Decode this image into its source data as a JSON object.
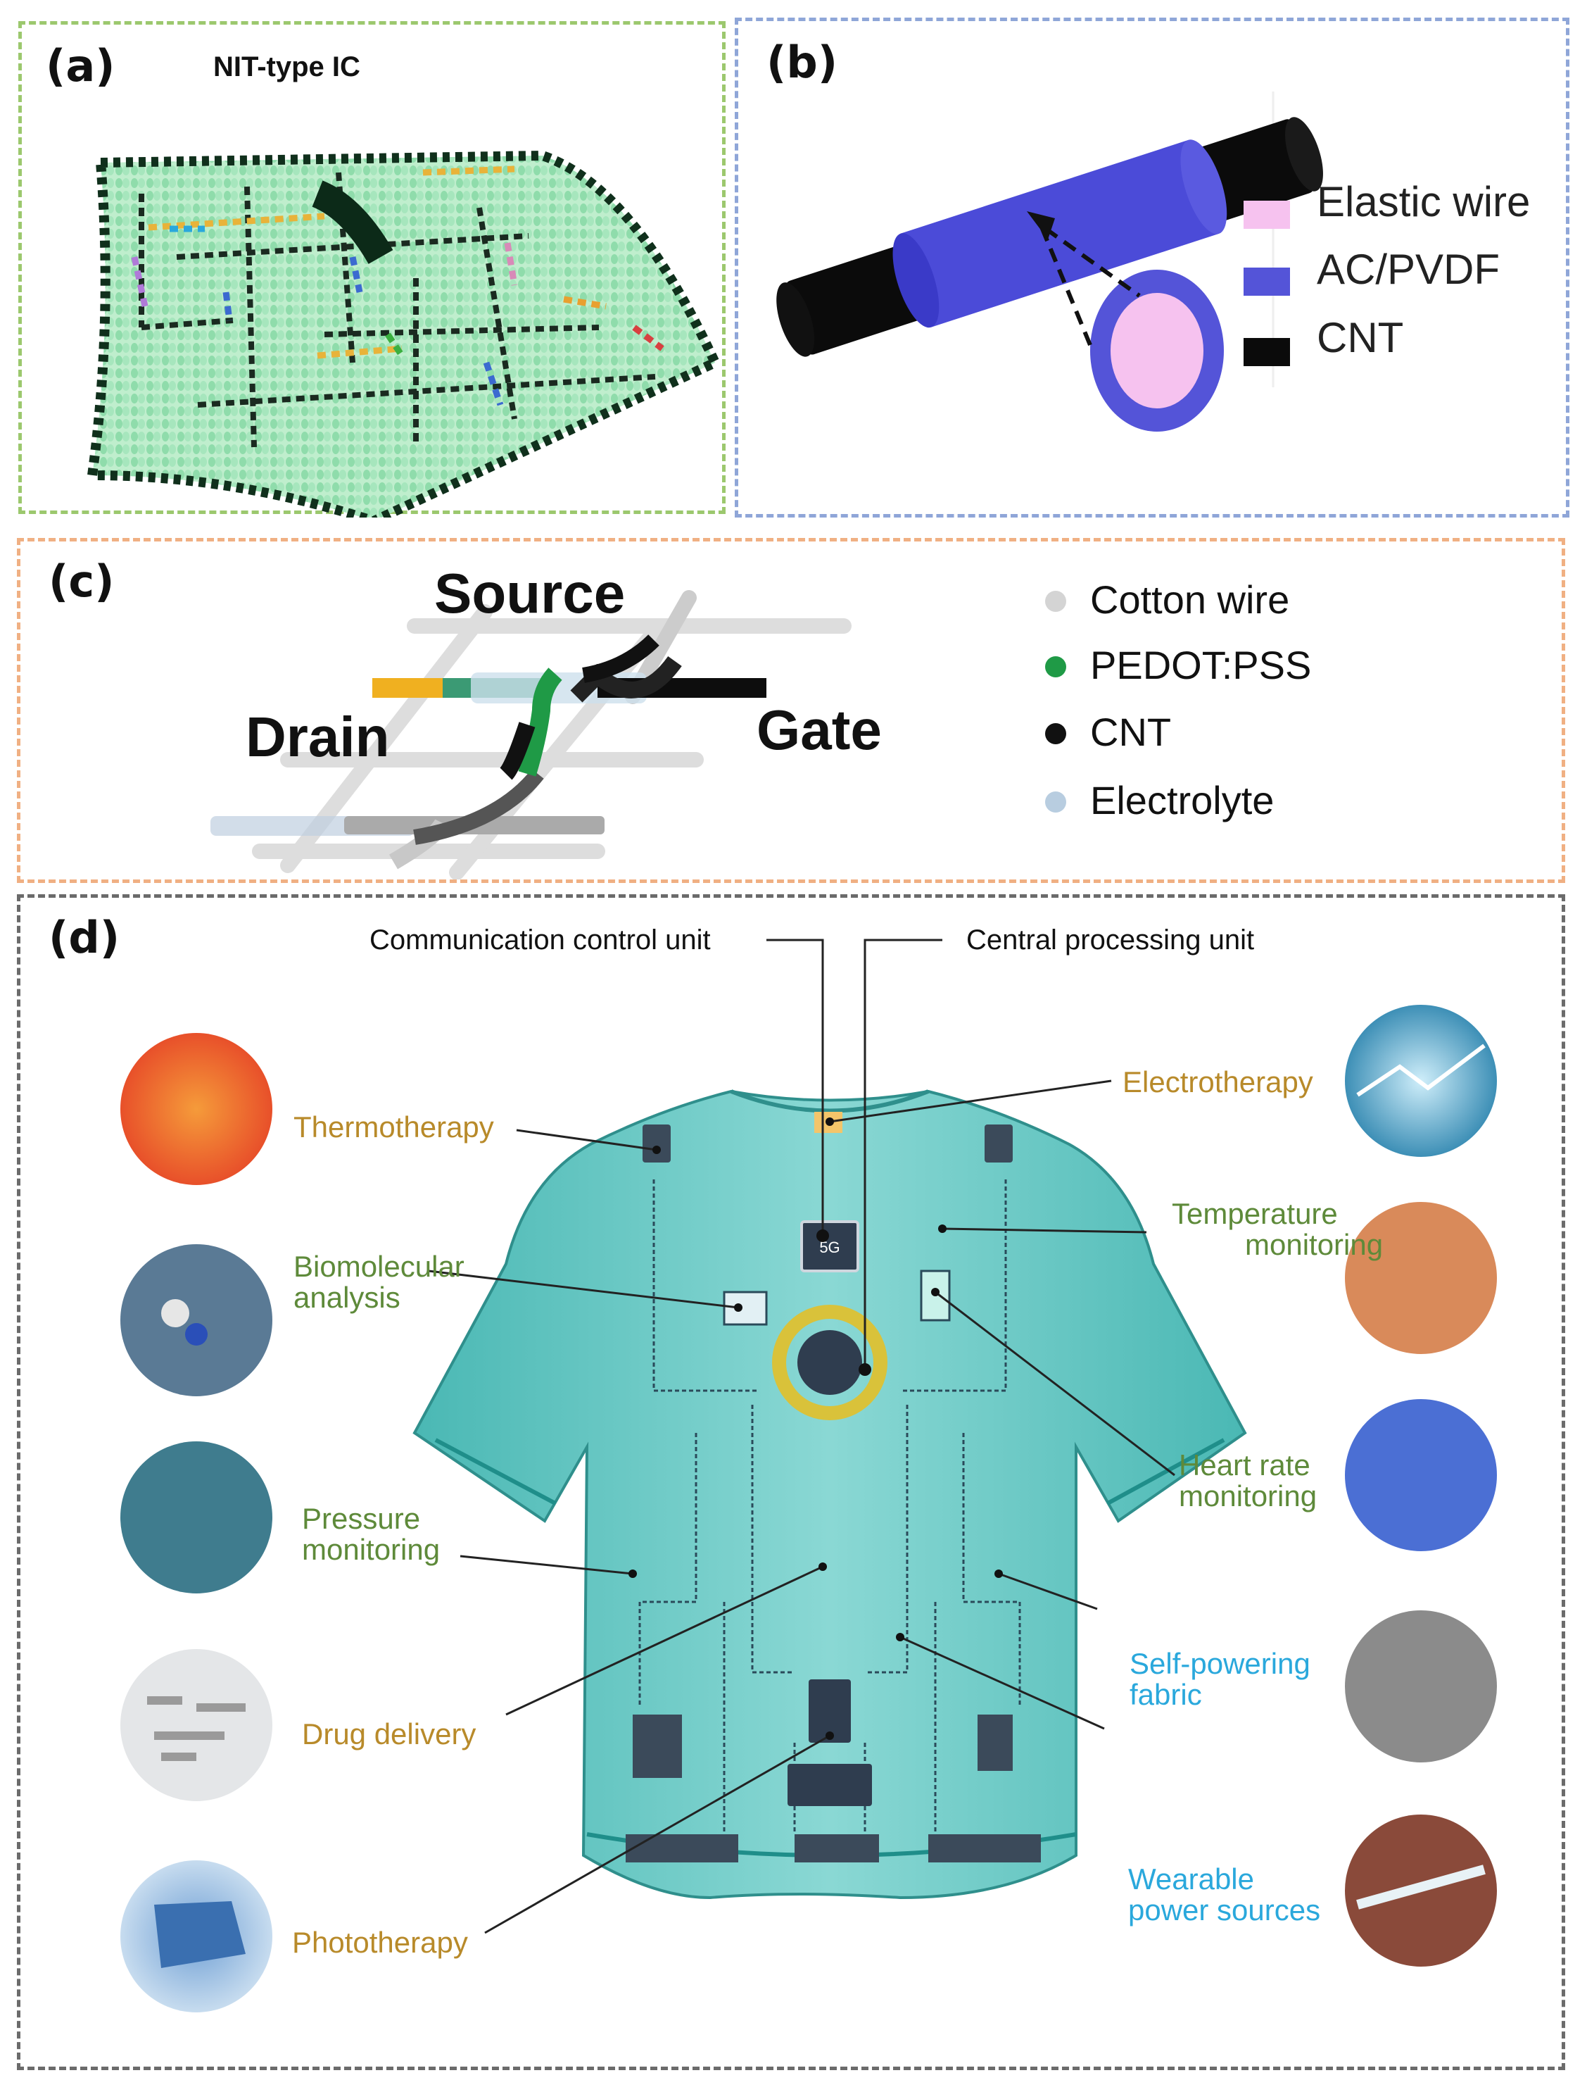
{
  "colors": {
    "panel_a_border": "#9cc86e",
    "panel_b_border": "#8fa6d8",
    "panel_c_border": "#f0b083",
    "panel_d_border": "#6b6b6b",
    "therapy_label": "#b88a2a",
    "monitoring_label": "#5e8a3a",
    "power_label": "#2aa8dc",
    "shirt": "#5cc4c0"
  },
  "panel_a": {
    "label": "(a)",
    "title": "NIT-type IC"
  },
  "panel_b": {
    "label": "(b)",
    "legend": [
      {
        "name": "Elastic wire",
        "color": "#f6c2ef"
      },
      {
        "name": "AC/PVDF",
        "color": "#5454d8"
      },
      {
        "name": "CNT",
        "color": "#0b0b0b"
      }
    ]
  },
  "panel_c": {
    "label": "(c)",
    "source": "Source",
    "drain": "Drain",
    "gate": "Gate",
    "legend": [
      {
        "name": "Cotton wire",
        "color": "#d4d4d4"
      },
      {
        "name": "PEDOT:PSS",
        "color": "#1f9a46"
      },
      {
        "name": "CNT",
        "color": "#111111"
      },
      {
        "name": "Electrolyte",
        "color": "#b8cde0"
      }
    ]
  },
  "panel_d": {
    "label": "(d)",
    "comm_unit": "Communication control unit",
    "cpu": "Central processing unit",
    "chip_text": "5G",
    "left_labels": {
      "thermotherapy": "Thermotherapy",
      "biomolecular_1": "Biomolecular",
      "biomolecular_2": "analysis",
      "pressure_1": "Pressure",
      "pressure_2": "monitoring",
      "drug": "Drug delivery",
      "phototherapy": "Phototherapy"
    },
    "right_labels": {
      "electrotherapy": "Electrotherapy",
      "temperature_1": "Temperature",
      "temperature_2": "monitoring",
      "heart_1": "Heart rate",
      "heart_2": "monitoring",
      "selfpower_1": "Self-powering",
      "selfpower_2": "fabric",
      "wearable_1": "Wearable",
      "wearable_2": "power sources"
    }
  }
}
